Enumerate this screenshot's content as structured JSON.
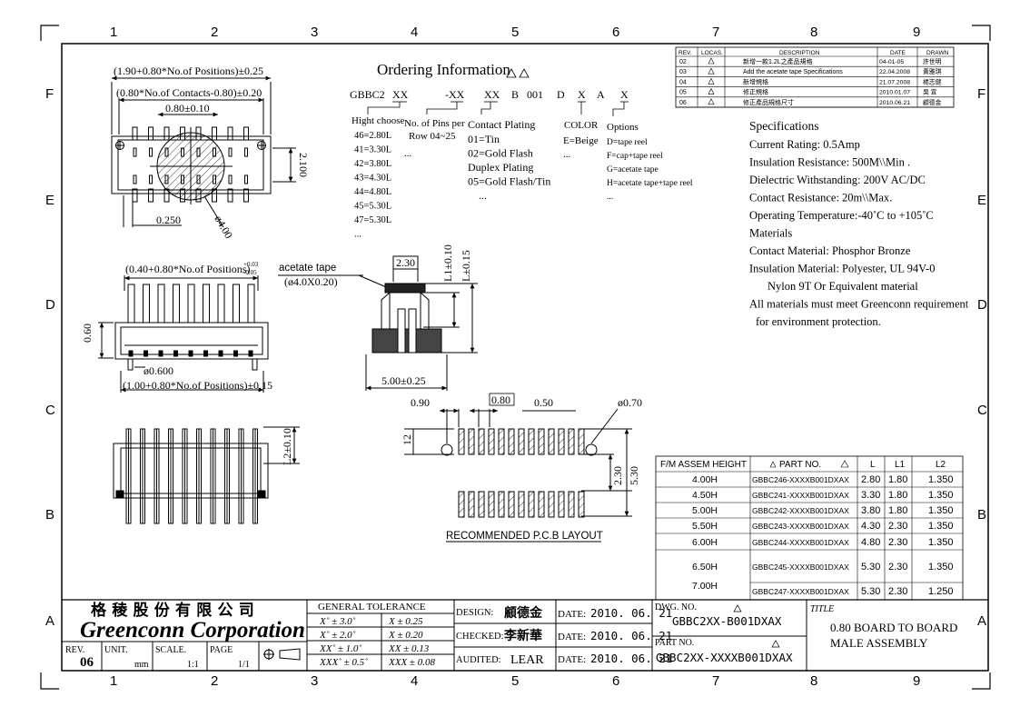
{
  "border": {
    "columns": [
      "1",
      "2",
      "3",
      "4",
      "5",
      "6",
      "7",
      "8",
      "9"
    ],
    "rows": [
      "F",
      "E",
      "D",
      "C",
      "B",
      "A"
    ]
  },
  "ordering": {
    "title": "Ordering Information",
    "code_parts": [
      "GBBC2",
      "XX",
      "-XX",
      "XX",
      "B",
      "001",
      "D",
      "X",
      "A",
      "X"
    ],
    "height_header": "Hight choose",
    "height_options": [
      "46=2.80L",
      "41=3.30L",
      "42=3.80L",
      "43=4.30L",
      "44=4.80L",
      "45=5.30L",
      "47=5.30L",
      "..."
    ],
    "pins_header": "No. of Pins per",
    "pins_range": "Row 04~25",
    "pins_more": "...",
    "plating_header": "Contact Plating",
    "plating_options": [
      "01=Tin",
      "02=Gold Flash",
      "Duplex Plating",
      "05=Gold Flash/Tin",
      "..."
    ],
    "color_header": "COLOR",
    "color_options": [
      "E=Beige",
      "..."
    ],
    "options_header": "Options",
    "options_list": [
      "D=tape reel",
      "F=cap+tape reel",
      "G=acetate tape",
      "H=acetate tape+tape reel",
      "..."
    ]
  },
  "revisions": {
    "headers": [
      "REV.",
      "LOCAS.",
      "DESCRIPTION",
      "DATE",
      "DRAWN"
    ],
    "rows": [
      {
        "rev": "02",
        "desc": "新增一款1.2L之產品規格",
        "date": "04-01-05",
        "drawn": "許世明"
      },
      {
        "rev": "03",
        "desc": "Add the acetate tape Specifications",
        "date": "22.04.2008",
        "drawn": "黃雅琪"
      },
      {
        "rev": "04",
        "desc": "新增規格",
        "date": "21.07.2008",
        "drawn": "楊志健"
      },
      {
        "rev": "05",
        "desc": "修正規格",
        "date": "2010.01.07",
        "drawn": "吳 宣"
      },
      {
        "rev": "06",
        "desc": "修正產品規格尺寸",
        "date": "2010.06.21",
        "drawn": "顧德金"
      }
    ]
  },
  "specs": {
    "title": "Specifications",
    "lines": [
      "Current Rating: 0.5Amp",
      "Insulation Resistance: 500M\\\\Min .",
      "Dielectric Withstanding: 200V AC/DC",
      "Contact Resistance: 20m\\\\Max.",
      "Operating Temperature:-40˚C to +105˚C",
      "Materials",
      "Contact Material: Phosphor Bronze",
      "Insulation Material: Polyester, UL 94V-0",
      "Nylon 9T Or Equivalent material",
      "All materials must meet Greenconn requirement",
      "for environment protection."
    ]
  },
  "top_view": {
    "dim_overall": "(1.90+0.80*No.of Positions)±0.25",
    "dim_contacts": "(0.80*No.of Contacts-0.80)±0.20",
    "dim_pitch": "0.80±0.10",
    "dim_height": "2.100",
    "dim_pad": "0.250",
    "dim_hole": "ø4.00"
  },
  "side_view": {
    "dim_top": "(0.40+0.80*No.of Positions)",
    "tol_plus": "+0.03",
    "tol_minus": "-0.05",
    "dim_060": "0.60",
    "dim_peg": "ø0.600",
    "dim_bottom": "(1.00+0.80*No.of Positions)±0.15"
  },
  "tape": {
    "label": "acetate tape",
    "size": "(ø4.0X0.20)",
    "dim_width": "2.30",
    "dim_l1": "L1±0.10",
    "dim_l": "L±0.15",
    "dim_base": "5.00±0.25"
  },
  "front_view": {
    "dim_l2": "L2±0.10"
  },
  "pcb": {
    "dim_090": "0.90",
    "dim_080": "0.80",
    "dim_050": "0.50",
    "dim_hole": "ø0.70",
    "dim_12": "12",
    "dim_230": "2.30",
    "dim_530": "5.30",
    "label": "RECOMMENDED P.C.B LAYOUT"
  },
  "parts": {
    "headers": [
      "F/M ASSEM HEIGHT",
      "PART NO.",
      "L",
      "L1",
      "L2"
    ],
    "rows": [
      {
        "h": "4.00H",
        "pn": "GBBC246-XXXXB001DXAX",
        "l": "2.80",
        "l1": "1.80",
        "l2": "1.350"
      },
      {
        "h": "4.50H",
        "pn": "GBBC241-XXXXB001DXAX",
        "l": "3.30",
        "l1": "1.80",
        "l2": "1.350"
      },
      {
        "h": "5.00H",
        "pn": "GBBC242-XXXXB001DXAX",
        "l": "3.80",
        "l1": "1.80",
        "l2": "1.350"
      },
      {
        "h": "5.50H",
        "pn": "GBBC243-XXXXB001DXAX",
        "l": "4.30",
        "l1": "2.30",
        "l2": "1.350"
      },
      {
        "h": "6.00H",
        "pn": "GBBC244-XXXXB001DXAX",
        "l": "4.80",
        "l1": "2.30",
        "l2": "1.350"
      },
      {
        "h": "6.50H",
        "pn": "GBBC245-XXXXB001DXAX",
        "l": "5.30",
        "l1": "2.30",
        "l2": "1.350"
      },
      {
        "h": "7.00H",
        "pn": "GBBC247-XXXXB001DXAX",
        "l": "5.30",
        "l1": "2.30",
        "l2": "1.250"
      }
    ]
  },
  "title_block": {
    "company_cn": "格 稜 股 份 有 限 公 司",
    "company_en": "Greenconn Corporation",
    "rev_label": "REV.",
    "rev_value": "06",
    "unit_label": "UNIT.",
    "unit_value": "mm",
    "scale_label": "SCALE.",
    "scale_value": "1:1",
    "page_label": "PAGE",
    "page_value": "1/1",
    "tol_header": "GENERAL TOLERANCE",
    "tol_rows": [
      [
        "X˚ ± 3.0˚",
        "X ± 0.25"
      ],
      [
        "X˚ ± 2.0˚",
        "X ± 0.20"
      ],
      [
        "XX˚ ± 1.0˚",
        "XX ± 0.13"
      ],
      [
        "XXX˚ ± 0.5˚",
        "XXX ± 0.08"
      ]
    ],
    "design_label": "DESIGN:",
    "design_name": "顧德金",
    "checked_label": "CHECKED:",
    "checked_name": "李新華",
    "audited_label": "AUDITED:",
    "audited_name": "LEAR",
    "date_label": "DATE:",
    "date_value": "2010. 06. 21",
    "dwg_label": "DWG. NO.",
    "dwg_value": "GBBC2XX-B001DXAX",
    "part_label": "PART NO.",
    "part_value": "GBBC2XX-XXXXB001DXAX",
    "title_label": "TITLE",
    "title_line1": "0.80 BOARD TO BOARD",
    "title_line2": "MALE ASSEMBLY"
  }
}
